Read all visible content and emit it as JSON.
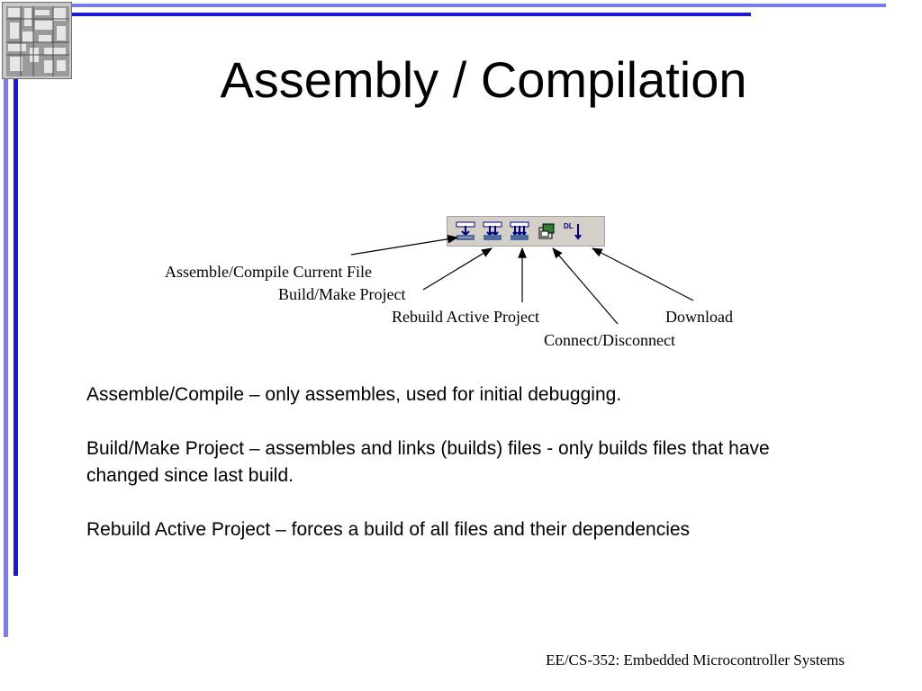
{
  "slide": {
    "title": "Assembly / Compilation",
    "footer": "EE/CS-352: Embedded Microcontroller Systems"
  },
  "toolbar": {
    "buttons": [
      {
        "name": "assemble-compile",
        "icon": "assemble-compile-icon"
      },
      {
        "name": "build-make",
        "icon": "build-make-icon"
      },
      {
        "name": "rebuild",
        "icon": "rebuild-icon"
      },
      {
        "name": "connect-disconnect",
        "icon": "connect-disconnect-icon"
      },
      {
        "name": "download",
        "icon": "download-icon",
        "text": "DL"
      }
    ]
  },
  "callouts": {
    "assemble_compile": "Assemble/Compile Current File",
    "build_make": "Build/Make Project",
    "rebuild": "Rebuild Active Project",
    "connect": "Connect/Disconnect",
    "download": "Download"
  },
  "body": {
    "p1": "Assemble/Compile – only assembles, used for initial debugging.",
    "p2": "Build/Make Project – assembles and links (builds) files - only builds files that have changed since last build.",
    "p3": "Rebuild Active Project – forces a build of all files and their dependencies"
  },
  "colors": {
    "frame_light": "#7b7bf0",
    "frame_dark": "#1a1ad6",
    "toolbar_bg": "#d4d0c8"
  }
}
